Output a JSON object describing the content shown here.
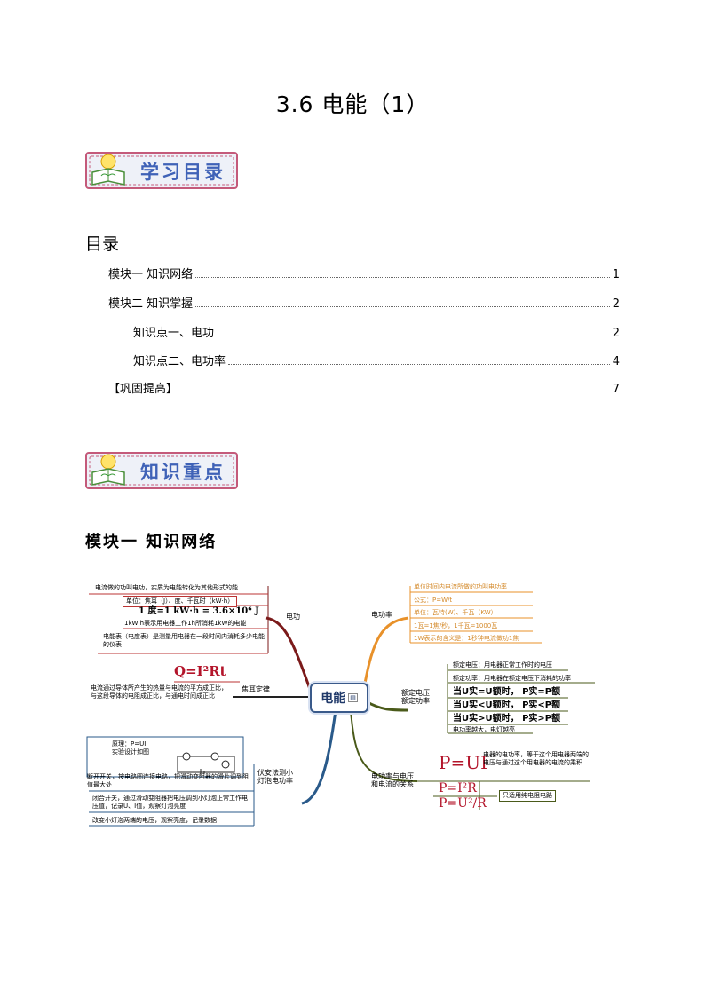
{
  "doc": {
    "title": "3.6  电能（1）"
  },
  "banners": {
    "toc": "学习目录",
    "key": "知识重点"
  },
  "toc": {
    "heading": "目录",
    "rows": [
      {
        "label": "模块一  知识网络",
        "page": "1"
      },
      {
        "label": "模块二  知识掌握",
        "page": "2"
      },
      {
        "label": "知识点一、电功",
        "page": "2"
      },
      {
        "label": "知识点二、电功率",
        "page": "4"
      },
      {
        "label": "【巩固提高】",
        "page": "7"
      }
    ]
  },
  "section": {
    "title": "模块一  知识网络"
  },
  "mindmap": {
    "center": "电能",
    "branches": {
      "work": "电功",
      "joule": "焦耳定律",
      "power": "电功率",
      "rated": "额定电压\n额定功率",
      "relation": "电功率与电压\n和电流的关系",
      "measure": "伏安法测小\n灯泡电功率"
    },
    "work_items": [
      "电流做的功叫电功，实质为电能转化为其他形式的能",
      "单位：焦耳（J）、度、千瓦时（kW·h）",
      "1 度=1 kW·h = 3.6×10⁶ J",
      "1kW·h表示用电器工作1h所消耗1kW的电能",
      "电能表（电度表）是测量用电器在一段时间内消耗多少电能的仪表"
    ],
    "joule_formula": "Q=I²Rt",
    "joule_text": "电流通过导体所产生的热量与电流的平方成正比，与这段导体的电阻成正比，与通电时间成正比",
    "measure_items": [
      "原理：P=UI\n实验设计如图",
      "断开开关，按电路图连接电路，把滑动变阻器的滑片调到阻值最大处",
      "闭合开关，通过滑动变阻器把电压调到小灯泡正常工作电压值，记录U、I值，观察灯泡亮度",
      "改变小灯泡两端的电压，观察亮度，记录数据"
    ],
    "power_items": [
      "单位时间内电流所做的功叫电功率",
      "公式：P=W/t",
      "单位：瓦特(W)、千瓦（KW）",
      "1瓦=1焦/秒，1千瓦=1000瓦",
      "1W表示的含义是：1秒钟电流做功1焦"
    ],
    "rated_items": [
      "额定电压：用电器正常工作时的电压",
      "额定功率：用电器在额定电压下消耗的功率",
      "当U实=U额时， P实=P额",
      "当U实<U额时， P实<P额",
      "当U实>U额时， P实>P额",
      "电功率越大，电灯越亮"
    ],
    "relation": {
      "formula": "P=UI",
      "text": "电器的电功率，等于这个用电器两端的电压与通过这个用电器的电流的乘积",
      "f2": "P=I²R",
      "f3": "P=U²/R",
      "note": "只适用纯电阻电路"
    }
  },
  "colors": {
    "banner_text": "#3f62b7",
    "work": "#7b1a1a",
    "power": "#e8912a",
    "rated": "#4a5a1a",
    "measure": "#2a5a8a"
  }
}
